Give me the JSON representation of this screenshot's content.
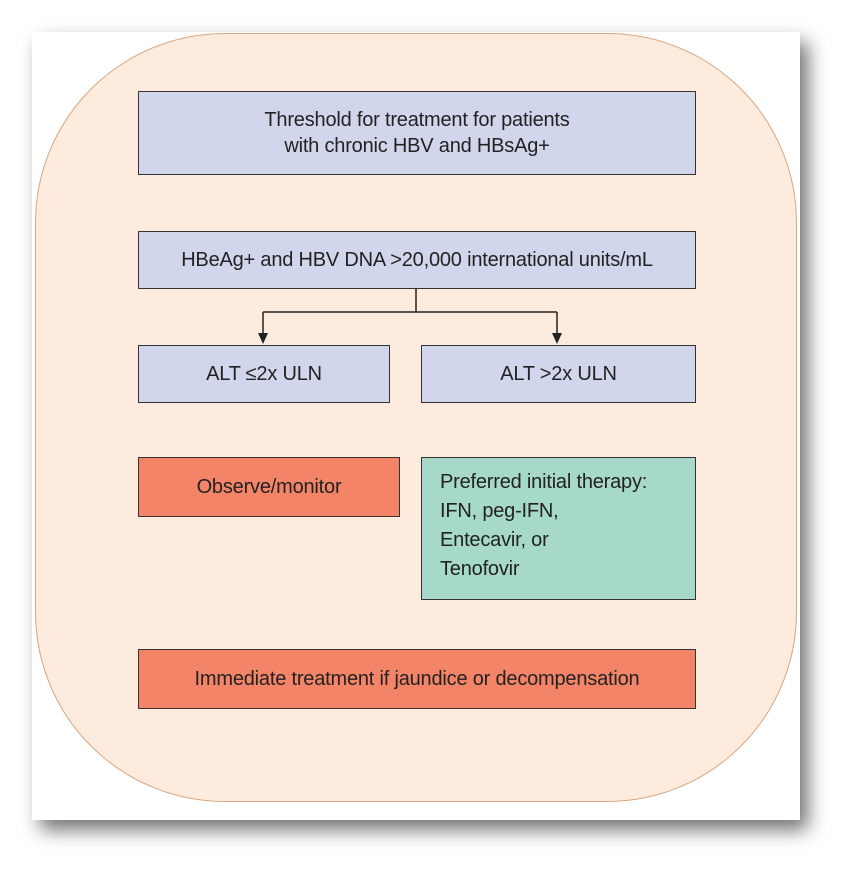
{
  "diagram": {
    "title_line1": "Threshold for treatment for patients",
    "title_line2": "with chronic HBV and HBsAg+",
    "condition": "HBeAg+ and HBV DNA >20,000 international units/mL",
    "branch_low": "ALT ≤2x ULN",
    "branch_high": "ALT >2x ULN",
    "action_low": "Observe/monitor",
    "action_high_line1": "Preferred initial therapy:",
    "action_high_line2": "IFN, peg-IFN,",
    "action_high_line3": "Entecavir, or",
    "action_high_line4": "Tenofovir",
    "footer": "Immediate treatment if jaundice or decompensation"
  },
  "colors": {
    "background": "#fdebde",
    "question_box": "#d2d6ec",
    "warning_box": "#f48468",
    "therapy_box": "#a6d9ca"
  }
}
